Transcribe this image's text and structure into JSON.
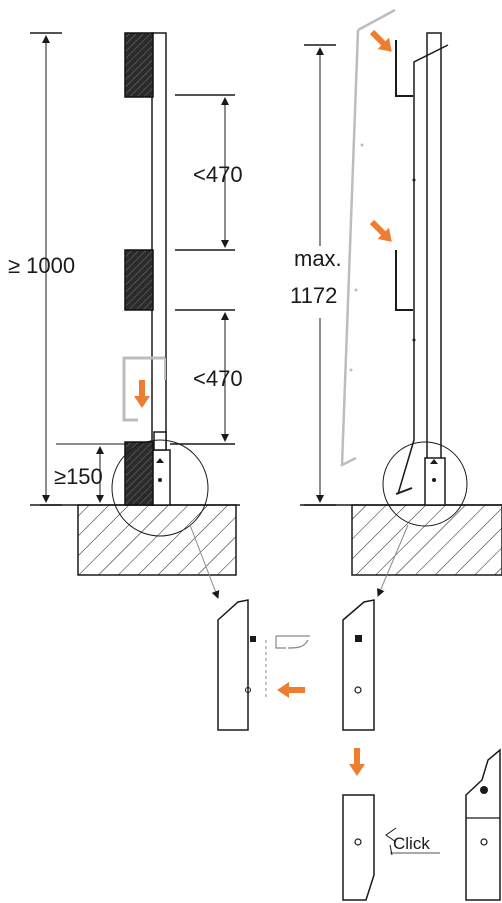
{
  "dimensions": {
    "total_height": "≥ 1000",
    "gap_upper": "<470",
    "gap_lower": "<470",
    "bottom_gap": "≥150",
    "max_prefix": "max.",
    "max_value": "1172"
  },
  "annotations": {
    "click_label": "Click"
  },
  "colors": {
    "arrow": "#ED7D31",
    "line": "#1a1a1a",
    "ghost": "#bdbdbd",
    "board_fill": "#3a3a3a"
  },
  "icons": {
    "move_arrow": "orange-arrow-icon"
  }
}
